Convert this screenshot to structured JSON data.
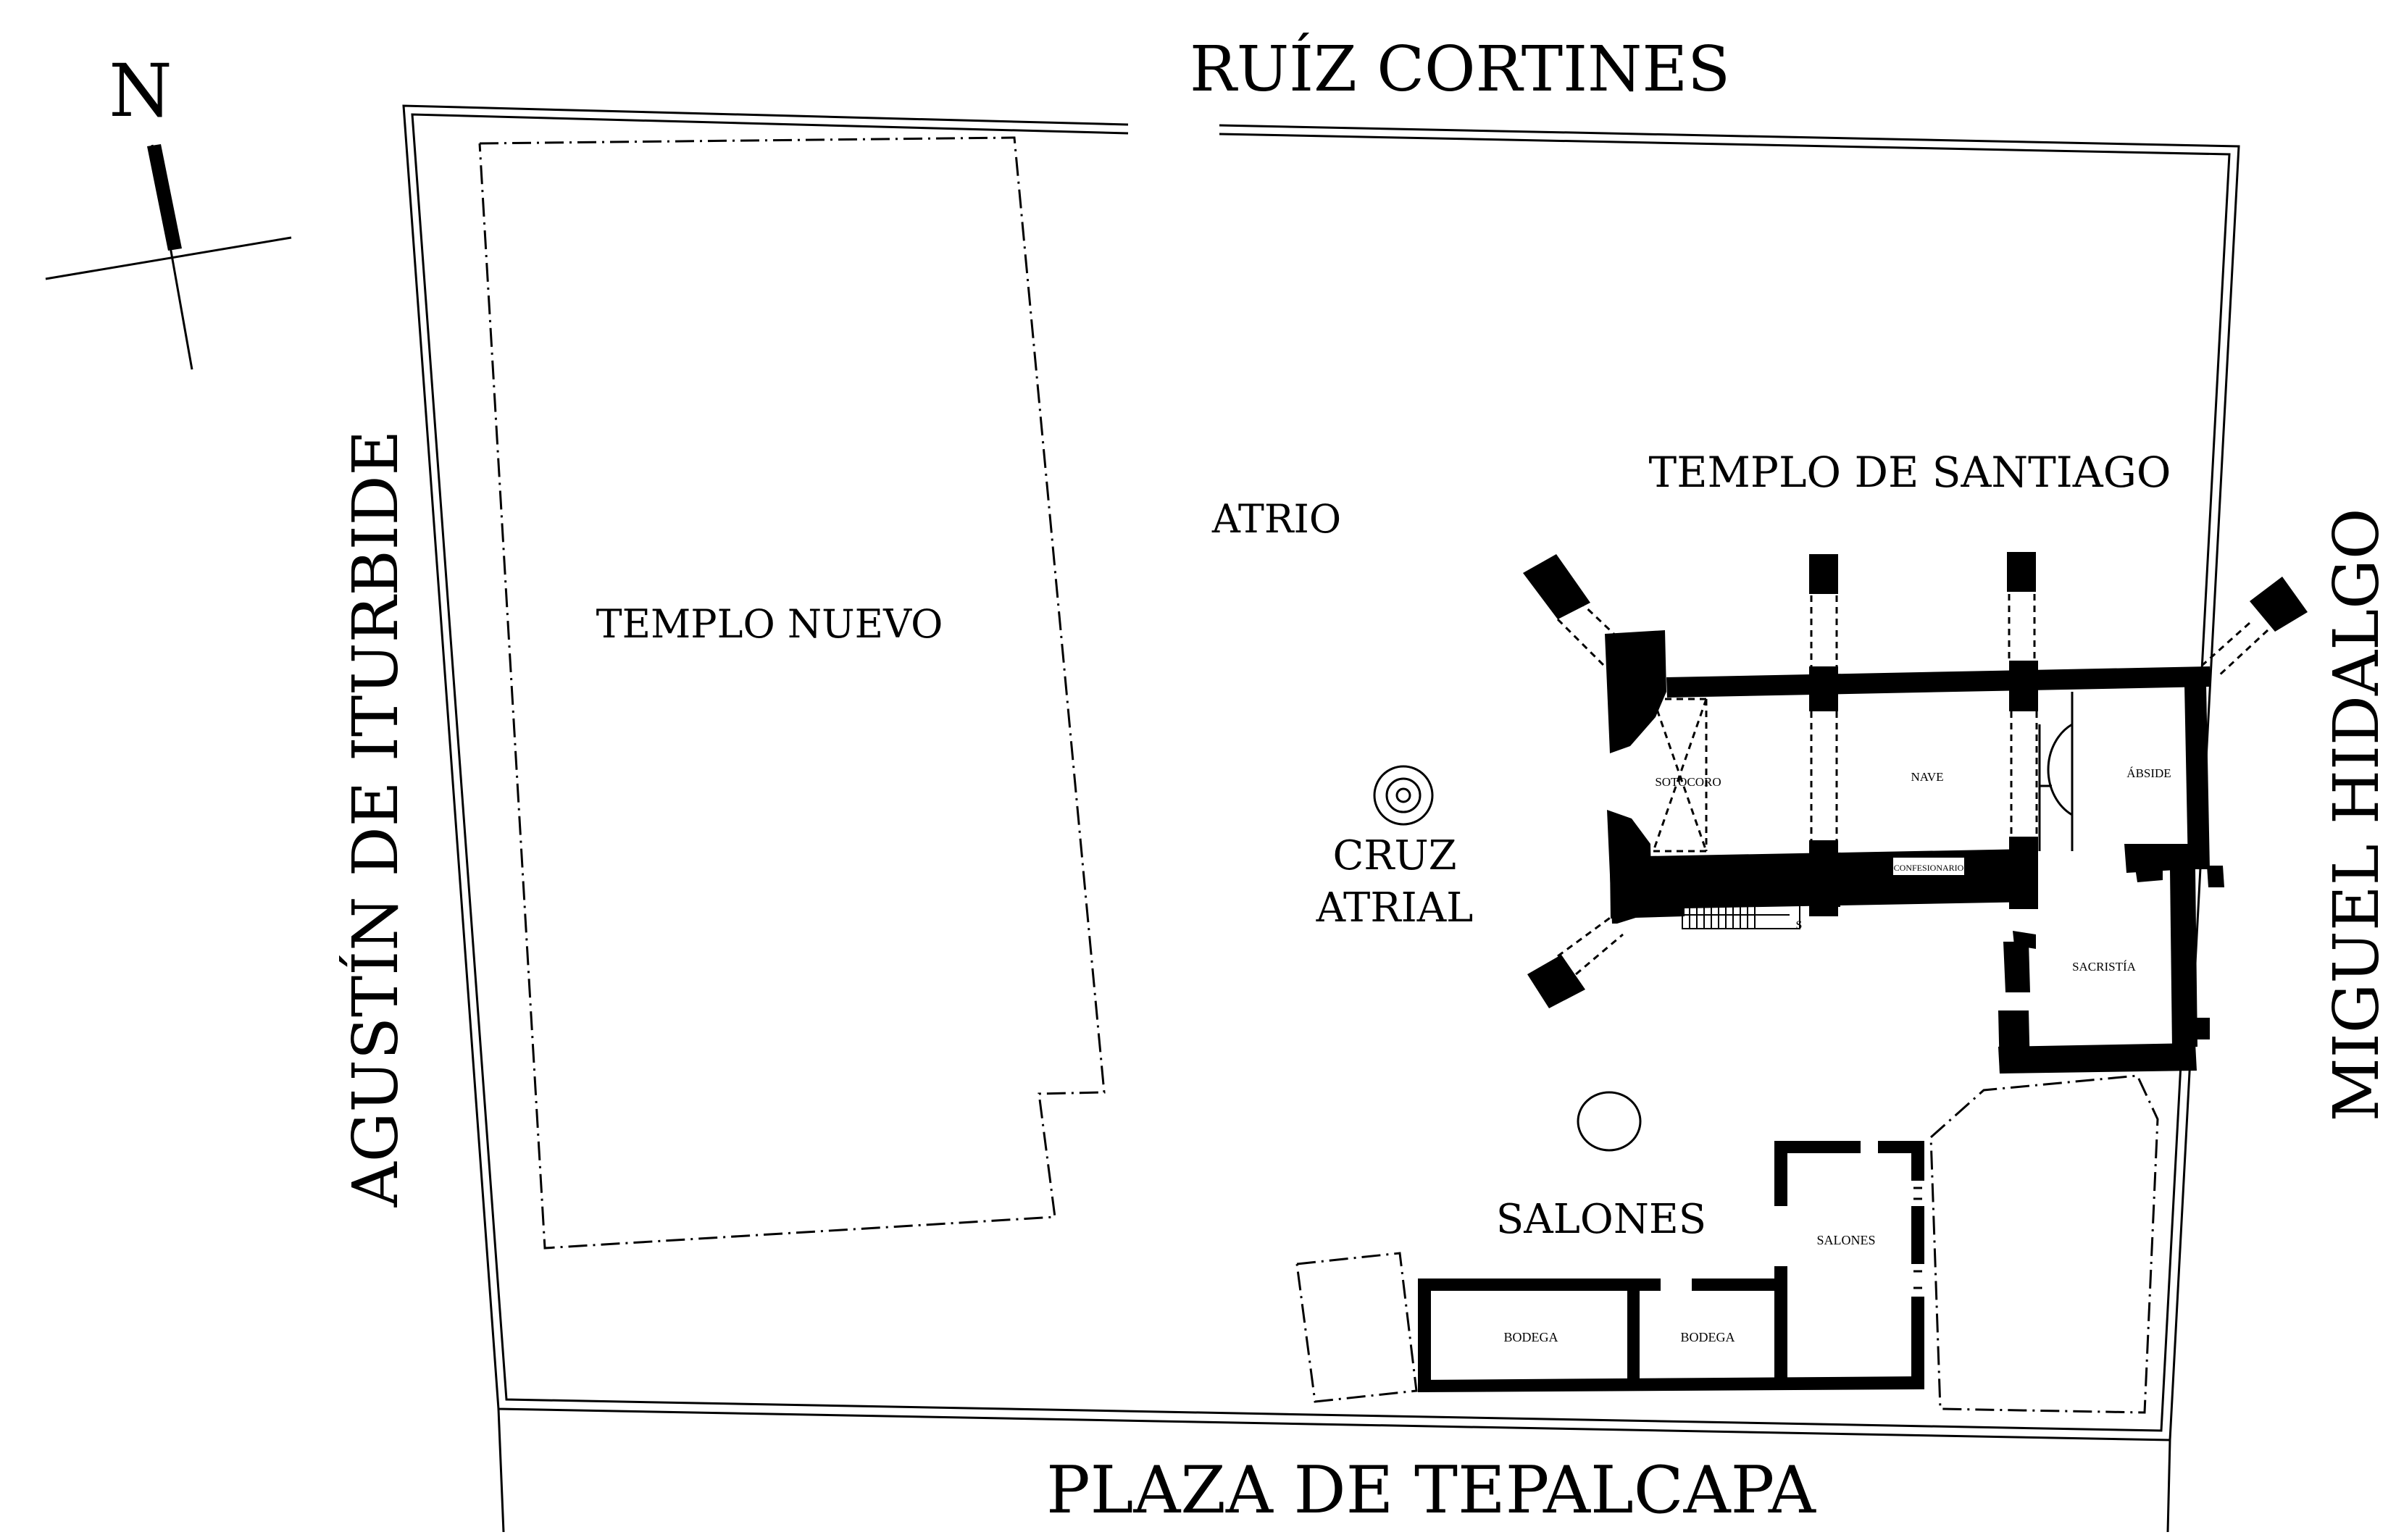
{
  "streets": {
    "north": "RUÍZ CORTINES",
    "west": "AGUSTÍN DE ITURBIDE",
    "east": "MIGUEL HIDALGO",
    "south": "PLAZA DE  TEPALCAPA"
  },
  "compass": {
    "north_letter": "N"
  },
  "areas": {
    "templo_nuevo": "TEMPLO NUEVO",
    "atrio": "ATRIO",
    "templo_santiago": "TEMPLO DE SANTIAGO",
    "cruz_line1": "CRUZ",
    "cruz_line2": "ATRIAL",
    "salones": "SALONES"
  },
  "rooms": {
    "sotocoro": "SOTOCORO",
    "nave": "NAVE",
    "abside": "ÁBSIDE",
    "confesionario": "CONFESIONARIO",
    "sacristia": "SACRISTÍA",
    "salones": "SALONES",
    "bodega_1": "BODEGA",
    "bodega_2": "BODEGA",
    "stair_mark": "S"
  },
  "colors": {
    "ink": "#000000",
    "paper": "#ffffff"
  }
}
